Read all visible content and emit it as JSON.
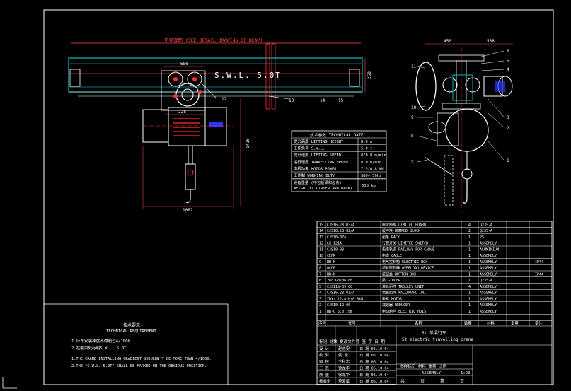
{
  "colors": {
    "background": "#000000",
    "frame": "#ffffff",
    "dimension": "#ff4d4d",
    "center": "#ff3030",
    "steel": "#00e5e5",
    "accent": "#2b34ff",
    "table": "#ffffff",
    "text": "#ffffff"
  },
  "front_view": {
    "beam_label": "见梁详图 (SEE DETAIL DRAWING OF BEAM)",
    "swl_label": "S.W.L. 5.0T",
    "dim_top": "580",
    "dim_height": "250",
    "dim_228": "228",
    "dim_vertical": "1410",
    "dim_bottom": "1082",
    "callouts": [
      "12",
      "13",
      "14",
      "15"
    ]
  },
  "side_view": {
    "dim_left": "450",
    "dim_right": "538",
    "callouts_right": [
      "6",
      "5",
      "4",
      "3",
      "2",
      "1"
    ],
    "callouts_left": [
      "11",
      "10",
      "9",
      "8",
      "7"
    ]
  },
  "tech_data": {
    "title": "技术参数  TECHNICAL DATE",
    "rows": [
      {
        "label": "提升高度  LIFTING HEIGHT",
        "value": "8.0 m"
      },
      {
        "label": "工作负荷  S.W.L.",
        "value": "5.0 t"
      },
      {
        "label": "提升速度  LIFTING SPEED",
        "value": "8/0.8 m/min"
      },
      {
        "label": "运行速度  TRAVELLING SPEED",
        "value": "8.0 m/min"
      },
      {
        "label": "电机功率  MOTOR POWER",
        "value": "7.5/0.8 kW"
      },
      {
        "label": "工作制   WORKING DUTY",
        "value": "380v 50Hz"
      }
    ],
    "weight_label_1": "设备重量 (不包括梁和齿条)",
    "weight_label_2": "WEIGHT(EX.GIRDER AND RACK)",
    "weight_value": "658 kg"
  },
  "parts": {
    "rows": [
      {
        "no": "15",
        "code": "CJS16.28-03/A",
        "name": "限位挡板  LIMITED BOARD",
        "qty": "4",
        "mat": "Q235-A",
        "note": ""
      },
      {
        "no": "14",
        "code": "CJS16.28-02/A",
        "name": "缓冲块  BUMPED BLOCK",
        "qty": "2",
        "mat": "Q235-A",
        "note": ""
      },
      {
        "no": "13",
        "code": "CJS10-07A",
        "name": "齿条  RACK",
        "qty": "1",
        "mat": "25",
        "note": ""
      },
      {
        "no": "12",
        "code": "LX 121A",
        "name": "行程开关  LIMITED SWITCH",
        "qty": "1",
        "mat": "ASSEMBLY",
        "note": ""
      },
      {
        "no": "11",
        "code": "CJS10-03",
        "name": "电缆轨道  RAILWAY FOR CABLE",
        "qty": "1",
        "mat": "ALUMINIUM",
        "note": ""
      },
      {
        "no": "10",
        "code": "CEFR",
        "name": "电缆  CABLE",
        "qty": "1",
        "mat": "ASSEMBLY",
        "note": ""
      },
      {
        "no": "9",
        "code": "HB-K",
        "name": "电气控制箱  ELECTRIC BOX",
        "qty": "1",
        "mat": "ASSEMBLY",
        "note": "IP44"
      },
      {
        "no": "8",
        "code": "OCDB",
        "name": "超载限制器  OVERLOAD DEVICE",
        "qty": "1",
        "mat": "ASSEMBLY",
        "note": ""
      },
      {
        "no": "7",
        "code": "HB-K",
        "name": "按钮盒  BUTTON BOX",
        "qty": "1",
        "mat": "ASSEMBLY",
        "note": "IP44"
      },
      {
        "no": "6",
        "code": "28c GB706-88",
        "name": "梁  GIRDER",
        "qty": "1",
        "mat": "Q235-A",
        "note": ""
      },
      {
        "no": "5",
        "code": "CJS11S-09-00",
        "name": "滚轮组件  TROLLEY UNIT",
        "qty": "4",
        "mat": "ASSEMBLY",
        "note": ""
      },
      {
        "no": "4",
        "code": "CJS16.28-01/A",
        "name": "墙板组件  WALLBOARD UNIT",
        "qty": "1",
        "mat": "ASSEMBLY",
        "note": ""
      },
      {
        "no": "3",
        "code": "ZDY₁ 12-4-H/0.8kW",
        "name": "电机  MOTOR",
        "qty": "1",
        "mat": "ASSEMBLY",
        "note": ""
      },
      {
        "no": "2",
        "code": "CJS10-12-00",
        "name": "减速器  REDUCER",
        "qty": "1",
        "mat": "ASSEMBLY",
        "note": ""
      },
      {
        "no": "1",
        "code": "HB-C 5.0T/8m",
        "name": "电动葫芦  ELECTRIC HOIST",
        "qty": "1",
        "mat": "ASSEMBLY",
        "note": ""
      }
    ],
    "header": {
      "no": "序号",
      "code": "代号",
      "name": "名称",
      "qty": "数量",
      "mat": "材料",
      "weight": "重量",
      "note": "备注"
    }
  },
  "title_block": {
    "title_cn": "5t 单梁行车",
    "title_en": "5t electric travelling crane",
    "sign_header": "标记 处数  更改文件号  签 字 日 期",
    "sign_rows": [
      {
        "role": "设  计",
        "name": "赵志安",
        "date": "日  期 05.10.04"
      },
      {
        "role": "校  对",
        "name": "侯 俊",
        "date": "日  期 05.10.04"
      },
      {
        "role": "审  核",
        "name": "卞秋忠",
        "date": "日  期 05.10.04"
      },
      {
        "role": "工  艺",
        "name": "徐龙华",
        "date": "日  期 05.10.04"
      },
      {
        "role": "质  量",
        "name": "徐龙华",
        "date": "日  期 05.10.04"
      },
      {
        "role": "标准化",
        "name": "董爱斌",
        "date": "日  期 05.10.04"
      }
    ],
    "stage_header": "图样标记  材料  重量  比例",
    "assembly": "ASSEMBLY",
    "scale": "1:20",
    "sheet_label_1": "共",
    "sheet_label_2": "页",
    "sheet_label_3": "第",
    "sheet_label_4": "页"
  },
  "requirements": {
    "title_cn": "技术要求",
    "title_en": "TECHNICAL REQUIREMENT",
    "lines": [
      "1.行车安装梯度不得超过4/1000.",
      "2.在醒目处标明S.W.L. 5.0T.",
      "1.THE CRANE INSTALLING GRADIENT SHOULDN'T BE MORE THAN 4/1000.",
      "2.THE \"S.W.L. 5.0T\" SHALL BE MARKED ON THE OBVIOUS POSITION."
    ]
  }
}
